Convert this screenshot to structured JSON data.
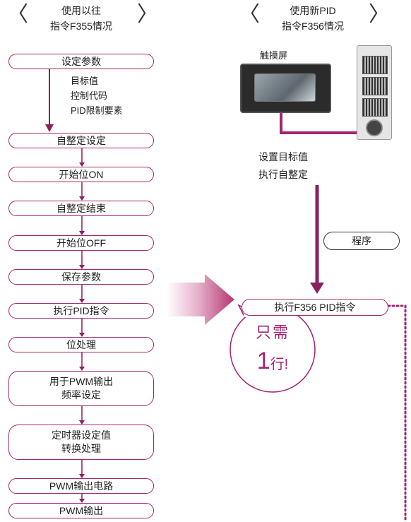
{
  "left_header": {
    "line1": "使用以往",
    "line2": "指令F355情况"
  },
  "right_header": {
    "line1": "使用新PID",
    "line2": "指令F356情况"
  },
  "left_steps": [
    {
      "lines": [
        "设定参数"
      ]
    },
    {
      "lines": [
        "自整定设定"
      ]
    },
    {
      "lines": [
        "开始位ON"
      ]
    },
    {
      "lines": [
        "自整定结束"
      ]
    },
    {
      "lines": [
        "开始位OFF"
      ]
    },
    {
      "lines": [
        "保存参数"
      ]
    },
    {
      "lines": [
        "执行PID指令"
      ]
    },
    {
      "lines": [
        "位处理"
      ]
    },
    {
      "lines": [
        "用于PWM输出",
        "频率设定"
      ]
    },
    {
      "lines": [
        "定时器设定值",
        "转换处理"
      ]
    },
    {
      "lines": [
        "PWM输出电路"
      ]
    },
    {
      "lines": [
        "PWM输出"
      ]
    }
  ],
  "param_items": [
    "目标值",
    "控制代码",
    "PID限制要素"
  ],
  "touchscreen_label": "触摸屏",
  "setup_text": {
    "line1": "设置目标值",
    "line2": "执行自整定"
  },
  "program_label": "程序",
  "f356_label": "执行F356 PID指令",
  "bubble": {
    "line1": "只需",
    "number": "1",
    "suffix": "行!"
  },
  "colors": {
    "accent": "#a3256f",
    "arrow": "#8a1f5d"
  }
}
